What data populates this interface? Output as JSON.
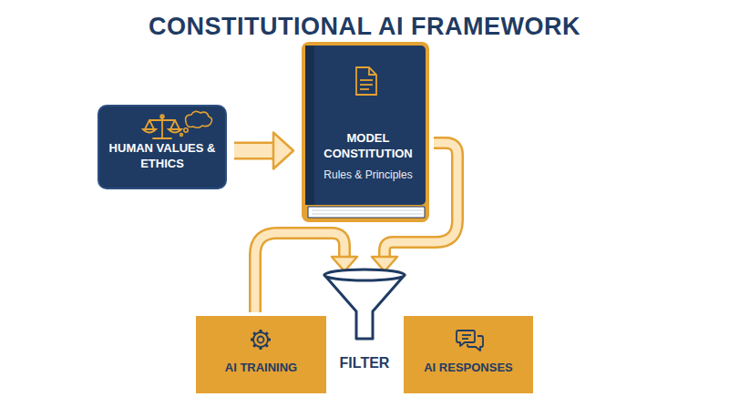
{
  "diagram": {
    "title": "CONSTITUTIONAL AI FRAMEWORK",
    "nodes": [
      {
        "text": [
          "HUMAN VALUES & ETHICS"
        ]
      },
      {
        "text": [
          "MODEL CONSTITUTION",
          "Rules & Principles"
        ]
      },
      {
        "text": [
          "FILTER"
        ]
      },
      {
        "text": [
          "AI TRAINING"
        ]
      },
      {
        "text": [
          "AI RESPONSES"
        ]
      }
    ],
    "edges": [
      {
        "from": 0,
        "to": 1,
        "arrow": "to"
      },
      {
        "from": 1,
        "to": 2,
        "arrow": "to"
      },
      {
        "from": 3,
        "to": 2,
        "arrow": "to"
      }
    ]
  }
}
